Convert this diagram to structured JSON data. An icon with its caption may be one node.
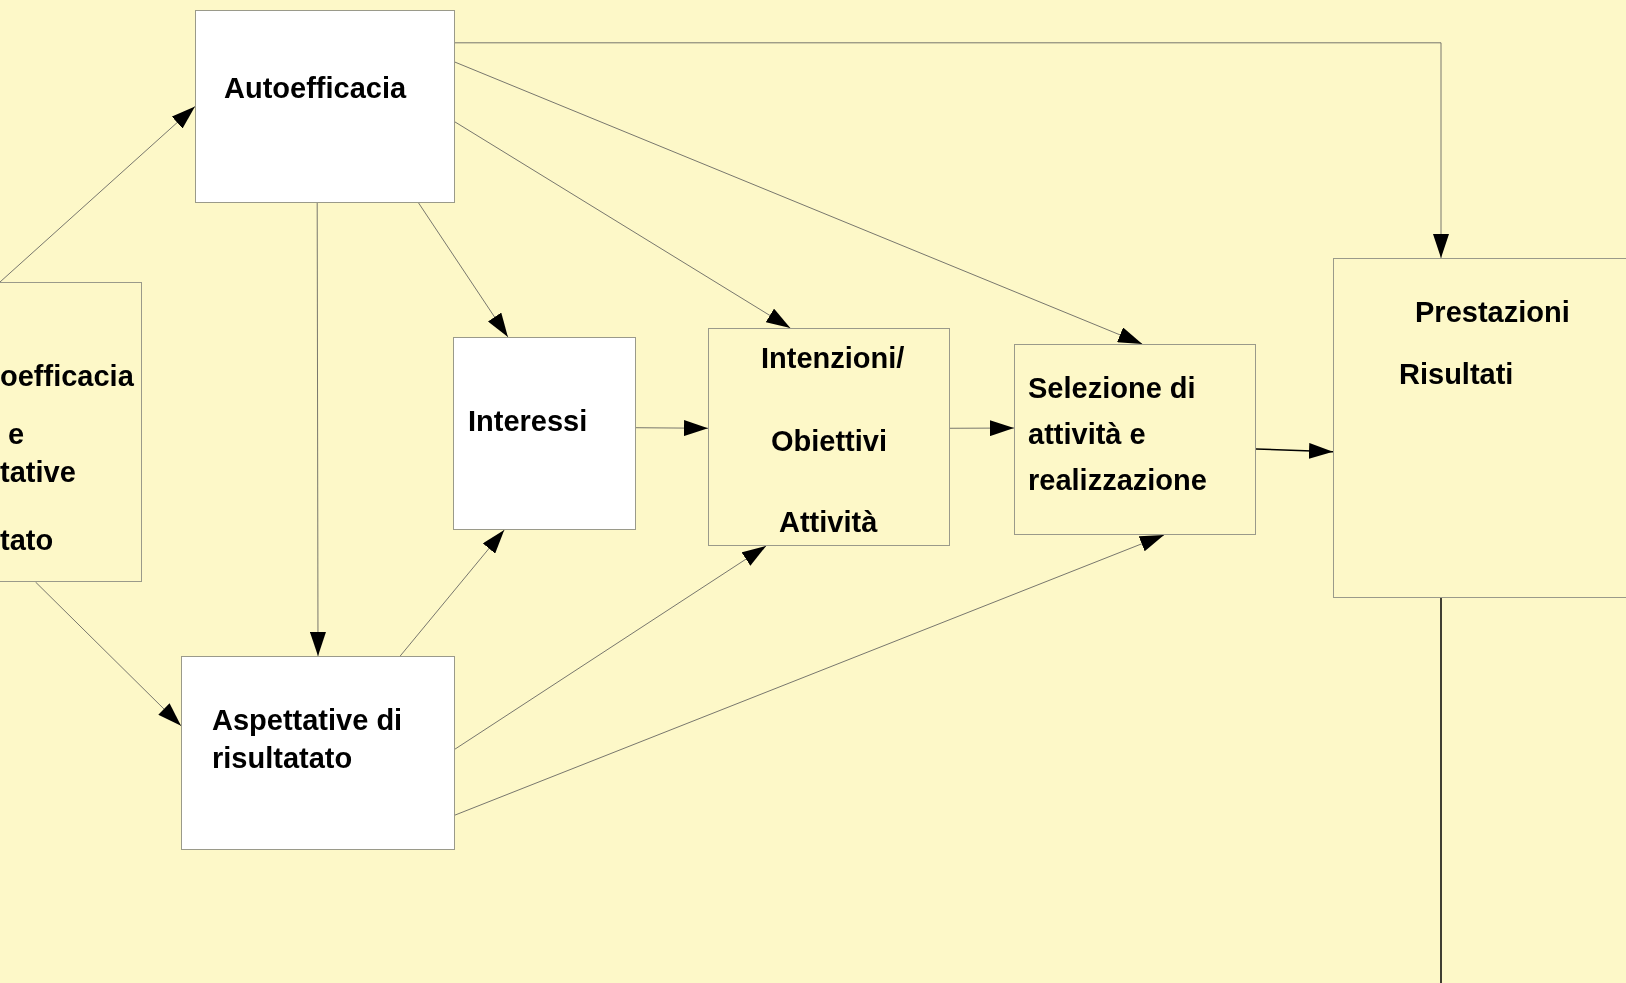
{
  "diagram": {
    "nodes": [
      {
        "text": [
          "oefficacia",
          "e",
          "tative",
          "tato"
        ]
      },
      {
        "text": [
          "Autoefficacia"
        ]
      },
      {
        "text": [
          "Interessi"
        ]
      },
      {
        "text": [
          "Intenzioni/",
          "Obiettivi",
          "Attività"
        ]
      },
      {
        "text": [
          "Selezione di attività e realizzazione"
        ]
      },
      {
        "text": [
          "Prestazioni",
          "Risultati"
        ]
      },
      {
        "text": [
          "Aspettative di risultatato"
        ]
      }
    ],
    "edges": [
      {
        "from": 0,
        "to": 1,
        "arrow": "to"
      },
      {
        "from": 0,
        "to": 6,
        "arrow": "to"
      },
      {
        "from": 1,
        "to": 5,
        "arrow": "to"
      },
      {
        "from": 1,
        "to": 4,
        "arrow": "to"
      },
      {
        "from": 1,
        "to": 3,
        "arrow": "to"
      },
      {
        "from": 1,
        "to": 2,
        "arrow": "to"
      },
      {
        "from": 1,
        "to": 6,
        "arrow": "to"
      },
      {
        "from": 6,
        "to": 2,
        "arrow": "to"
      },
      {
        "from": 6,
        "to": 3,
        "arrow": "to"
      },
      {
        "from": 6,
        "to": 4,
        "arrow": "to"
      },
      {
        "from": 2,
        "to": 3,
        "arrow": "to"
      },
      {
        "from": 3,
        "to": 4,
        "arrow": "to"
      },
      {
        "from": 4,
        "to": 5,
        "arrow": "to"
      },
      {
        "from": 5,
        "to": null,
        "arrow": "none"
      }
    ]
  }
}
